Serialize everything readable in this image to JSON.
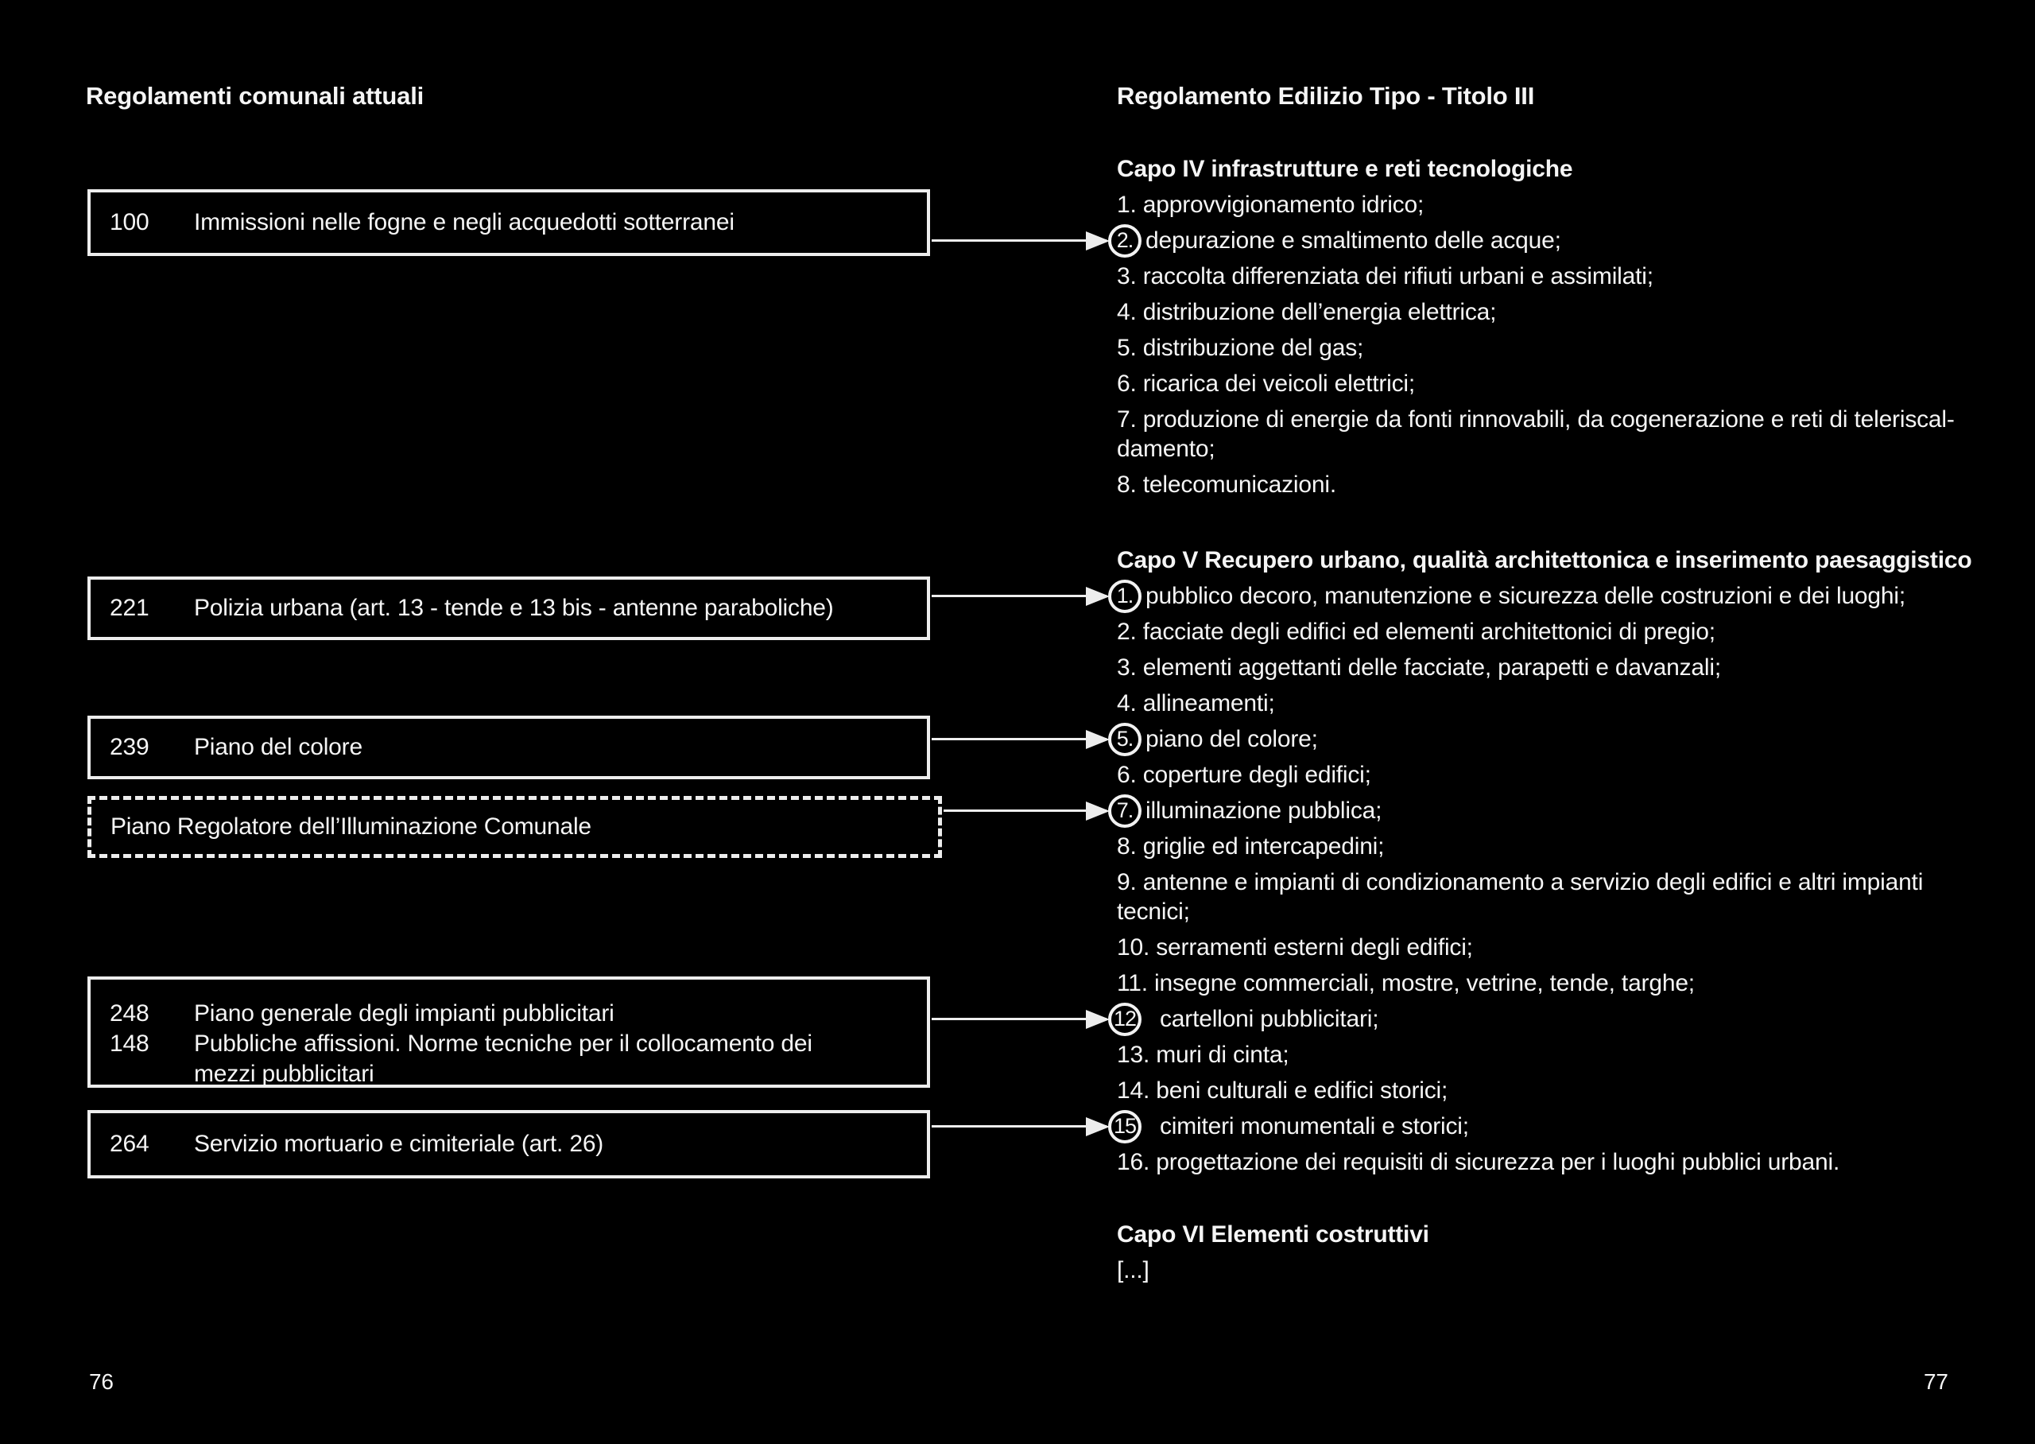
{
  "left_page": {
    "title": "Regolamenti comunali attuali",
    "page_number": "76",
    "boxes": [
      {
        "style": "solid",
        "rows": [
          {
            "num": "100",
            "label": "Immissioni nelle fogne e negli acquedotti sotterranei"
          }
        ]
      },
      {
        "style": "solid",
        "rows": [
          {
            "num": "221",
            "label": "Polizia urbana (art. 13 - tende e 13 bis - antenne paraboliche)"
          }
        ]
      },
      {
        "style": "solid",
        "rows": [
          {
            "num": "239",
            "label": "Piano del colore"
          }
        ]
      },
      {
        "style": "dashed",
        "rows": [
          {
            "num": "",
            "label": "Piano Regolatore dell’Illuminazione Comunale"
          }
        ]
      },
      {
        "style": "solid",
        "rows": [
          {
            "num": "248",
            "label": "Piano generale degli impianti pubblicitari"
          },
          {
            "num": "148",
            "label": "Pubbliche affissioni. Norme tecniche per il collocamento dei\nmezzi pubblicitari"
          }
        ]
      },
      {
        "style": "solid",
        "rows": [
          {
            "num": "264",
            "label": "Servizio mortuario e cimiteriale (art. 26)"
          }
        ]
      }
    ]
  },
  "right_page": {
    "title": "Regolamento Edilizio Tipo - Titolo III",
    "page_number": "77",
    "sections": [
      {
        "heading": "Capo IV infrastrutture e reti tecnologiche",
        "items": [
          {
            "num": "1.",
            "text": "approvvigionamento idrico;"
          },
          {
            "num": "2.",
            "text": "depurazione e smaltimento delle acque;",
            "circled": true
          },
          {
            "num": "3.",
            "text": "raccolta differenziata dei rifiuti urbani e assimilati;"
          },
          {
            "num": "4.",
            "text": "distribuzione dell’energia elettrica;"
          },
          {
            "num": "5.",
            "text": "distribuzione del gas;"
          },
          {
            "num": "6.",
            "text": "ricarica dei veicoli elettrici;"
          },
          {
            "num": "7.",
            "text": "produzione di energie da fonti rinnovabili, da cogenerazione e reti di teleriscal-\ndamento;"
          },
          {
            "num": "8.",
            "text": "telecomunicazioni."
          }
        ]
      },
      {
        "heading": "Capo V Recupero urbano, qualità architettonica e inserimento paesaggistico",
        "items": [
          {
            "num": "1.",
            "text": "pubblico decoro, manutenzione e sicurezza delle costruzioni e dei luoghi;",
            "circled": true
          },
          {
            "num": "2.",
            "text": "facciate degli edifici ed elementi architettonici di pregio;"
          },
          {
            "num": "3.",
            "text": "elementi aggettanti delle facciate, parapetti e davanzali;"
          },
          {
            "num": "4.",
            "text": "allineamenti;"
          },
          {
            "num": "5.",
            "text": "piano del colore;",
            "circled": true
          },
          {
            "num": "6.",
            "text": "coperture degli edifici;"
          },
          {
            "num": "7.",
            "text": "illuminazione pubblica;",
            "circled": true
          },
          {
            "num": "8.",
            "text": "griglie ed intercapedini;"
          },
          {
            "num": "9.",
            "text": "antenne e impianti di condizionamento a servizio degli edifici e altri impianti\ntecnici;"
          },
          {
            "num": "10.",
            "text": "serramenti esterni degli edifici;"
          },
          {
            "num": "11.",
            "text": "insegne commerciali, mostre, vetrine, tende, targhe;"
          },
          {
            "num": "12",
            "text": "cartelloni pubblicitari;",
            "circled": true
          },
          {
            "num": "13.",
            "text": "muri di cinta;"
          },
          {
            "num": "14.",
            "text": "beni culturali e edifici storici;"
          },
          {
            "num": "15",
            "text": "cimiteri monumentali e storici;",
            "circled": true
          },
          {
            "num": "16.",
            "text": "progettazione dei requisiti di sicurezza per i luoghi pubblici urbani."
          }
        ]
      },
      {
        "heading": "Capo VI Elementi costruttivi",
        "items": [
          {
            "num": "",
            "text": "[...]"
          }
        ]
      }
    ]
  },
  "connections": [
    {
      "from": "100",
      "to": "Capo IV - 2"
    },
    {
      "from": "221",
      "to": "Capo V - 1"
    },
    {
      "from": "239",
      "to": "Capo V - 5"
    },
    {
      "from": "Piano Regolatore dell’Illuminazione Comunale",
      "to": "Capo V - 7"
    },
    {
      "from": "248 / 148",
      "to": "Capo V - 12"
    },
    {
      "from": "264",
      "to": "Capo V - 15"
    }
  ]
}
